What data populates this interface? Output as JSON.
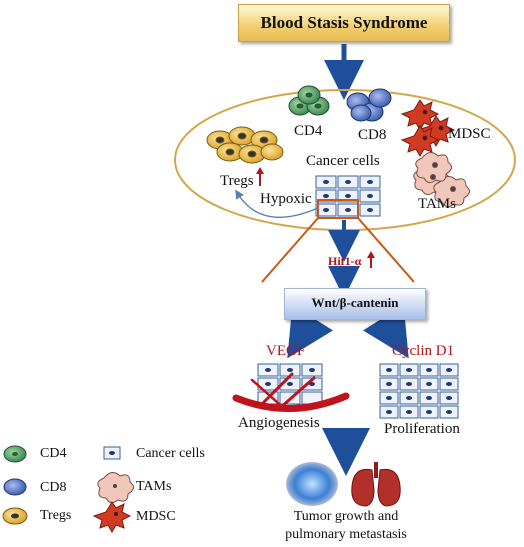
{
  "title": "Blood Stasis Syndrome",
  "cells": {
    "cd4": "CD4",
    "cd8": "CD8",
    "mdsc": "MDSC",
    "tregs": "Tregs",
    "cancer_cells": "Cancer cells",
    "hypoxic": "Hypoxic",
    "tams": "TAMs"
  },
  "hif": "Hif1-α",
  "wnt": "Wnt/β-cantenin",
  "vegf": "VEGF",
  "cyclin": "Cyclin D1",
  "angiogenesis": "Angiogenesis",
  "proliferation": "Proliferation",
  "outcome": [
    "Tumor growth and",
    "pulmonary metastasis"
  ],
  "legend": {
    "cd4": "CD4",
    "cd8": "CD8",
    "tregs": "Tregs",
    "cancer_cells": "Cancer cells",
    "tams": "TAMs",
    "mdsc": "MDSC"
  },
  "colors": {
    "arrow_blue": "#1f4e9a",
    "red": "#b8121b",
    "cd4_green": "#3e8a52",
    "cd8_blue": "#5270b8",
    "tregs_yellow": "#e2b23a",
    "mdsc_red": "#d23a22",
    "tams_pink": "#f2c7bb",
    "ellipse_border": "#d4a64a",
    "red_box": "#c85a16"
  }
}
